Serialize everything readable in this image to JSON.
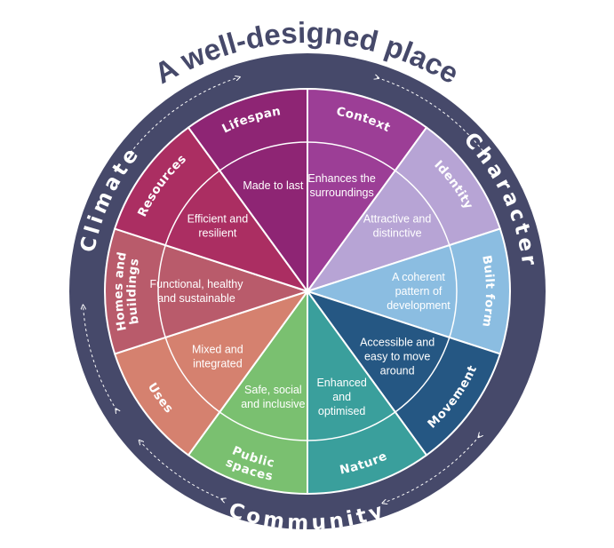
{
  "title": "A well-designed place",
  "groups": [
    {
      "label": "Climate"
    },
    {
      "label": "Character"
    },
    {
      "label": "Community"
    }
  ],
  "segments": [
    {
      "name": [
        "Context"
      ],
      "desc": [
        "Enhances the",
        "surroundings"
      ],
      "color": "#9c3e96"
    },
    {
      "name": [
        "Identity"
      ],
      "desc": [
        "Attractive and",
        "distinctive"
      ],
      "color": "#b7a4d5"
    },
    {
      "name": [
        "Built form"
      ],
      "desc": [
        "A coherent",
        "pattern of",
        "development"
      ],
      "color": "#8bbde1"
    },
    {
      "name": [
        "Movement"
      ],
      "desc": [
        "Accessible and",
        "easy to move",
        "around"
      ],
      "color": "#255783"
    },
    {
      "name": [
        "Nature"
      ],
      "desc": [
        "Enhanced",
        "and",
        "optimised"
      ],
      "color": "#3a9f9c"
    },
    {
      "name": [
        "Public",
        "spaces"
      ],
      "desc": [
        "Safe, social",
        "and inclusive"
      ],
      "color": "#7ac070"
    },
    {
      "name": [
        "Uses"
      ],
      "desc": [
        "Mixed and",
        "integrated"
      ],
      "color": "#d5816f"
    },
    {
      "name": [
        "Homes and",
        "buildings"
      ],
      "desc": [
        "Functional, healthy",
        "and sustainable"
      ],
      "color": "#b95b6b"
    },
    {
      "name": [
        "Resources"
      ],
      "desc": [
        "Efficient and",
        "resilient"
      ],
      "color": "#ab2e62"
    },
    {
      "name": [
        "Lifespan"
      ],
      "desc": [
        "Made to last"
      ],
      "color": "#8e2574"
    }
  ],
  "colors": {
    "ring": "#46496a",
    "title": "#46496a",
    "divider": "#ffffff"
  }
}
